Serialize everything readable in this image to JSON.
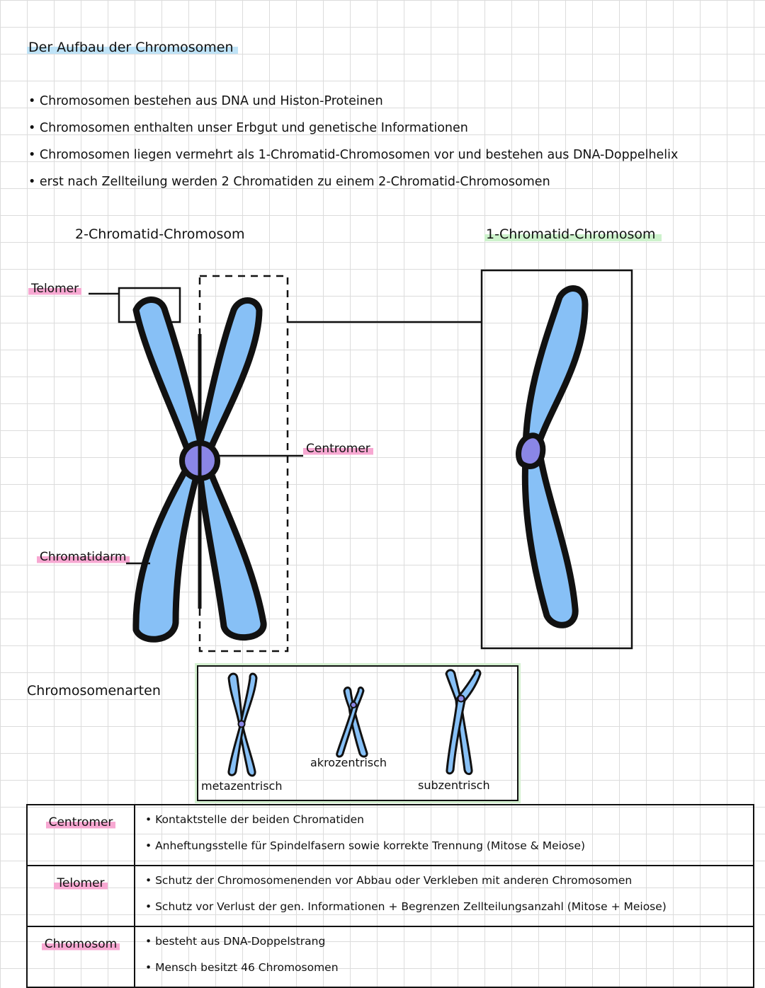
{
  "title": "Der Aufbau der Chromosomen",
  "bullets": [
    "Chromosomen bestehen aus DNA und Histon-Proteinen",
    "Chromosomen enthalten unser Erbgut und genetische Informationen",
    "Chromosomen liegen vermehrt als 1-Chromatid-Chromosomen vor und bestehen aus DNA-Doppelhelix",
    "erst nach Zellteilung werden 2 Chromatiden zu einem 2-Chromatid-Chromosomen"
  ],
  "diagram": {
    "two_chromatid_title": "2-Chromatid-Chromosom",
    "one_chromatid_title": "1-Chromatid-Chromosom",
    "labels": {
      "telomer": "Telomer",
      "centromer": "Centromer",
      "chromatidarm": "Chromatidarm"
    }
  },
  "chromosome_types": {
    "heading": "Chromosomenarten",
    "types": [
      "metazentrisch",
      "akrozentrisch",
      "subzentrisch"
    ]
  },
  "table": {
    "rows": [
      {
        "term": "Centromer",
        "lines": [
          "Kontaktstelle der beiden Chromatiden",
          "Anheftungsstelle für Spindelfasern sowie korrekte Trennung (Mitose & Meiose)"
        ]
      },
      {
        "term": "Telomer",
        "lines": [
          "Schutz der Chromosomenenden vor Abbau oder Verkleben mit anderen Chromosomen",
          "Schutz vor Verlust der gen. Informationen + Begrenzen Zellteilungsanzahl (Mitose + Meiose)"
        ]
      },
      {
        "term": "Chromosom",
        "lines": [
          "besteht aus DNA-Doppelstrang",
          "Mensch besitzt 46 Chromosomen"
        ]
      }
    ]
  },
  "colors": {
    "chromatid_fill": "#87c0f6",
    "centromere_fill": "#8a86e6",
    "highlight_blue": "#bfe3f7",
    "highlight_green": "#cdf2cc",
    "highlight_pink": "#f7a8d2",
    "outline": "#111111"
  }
}
